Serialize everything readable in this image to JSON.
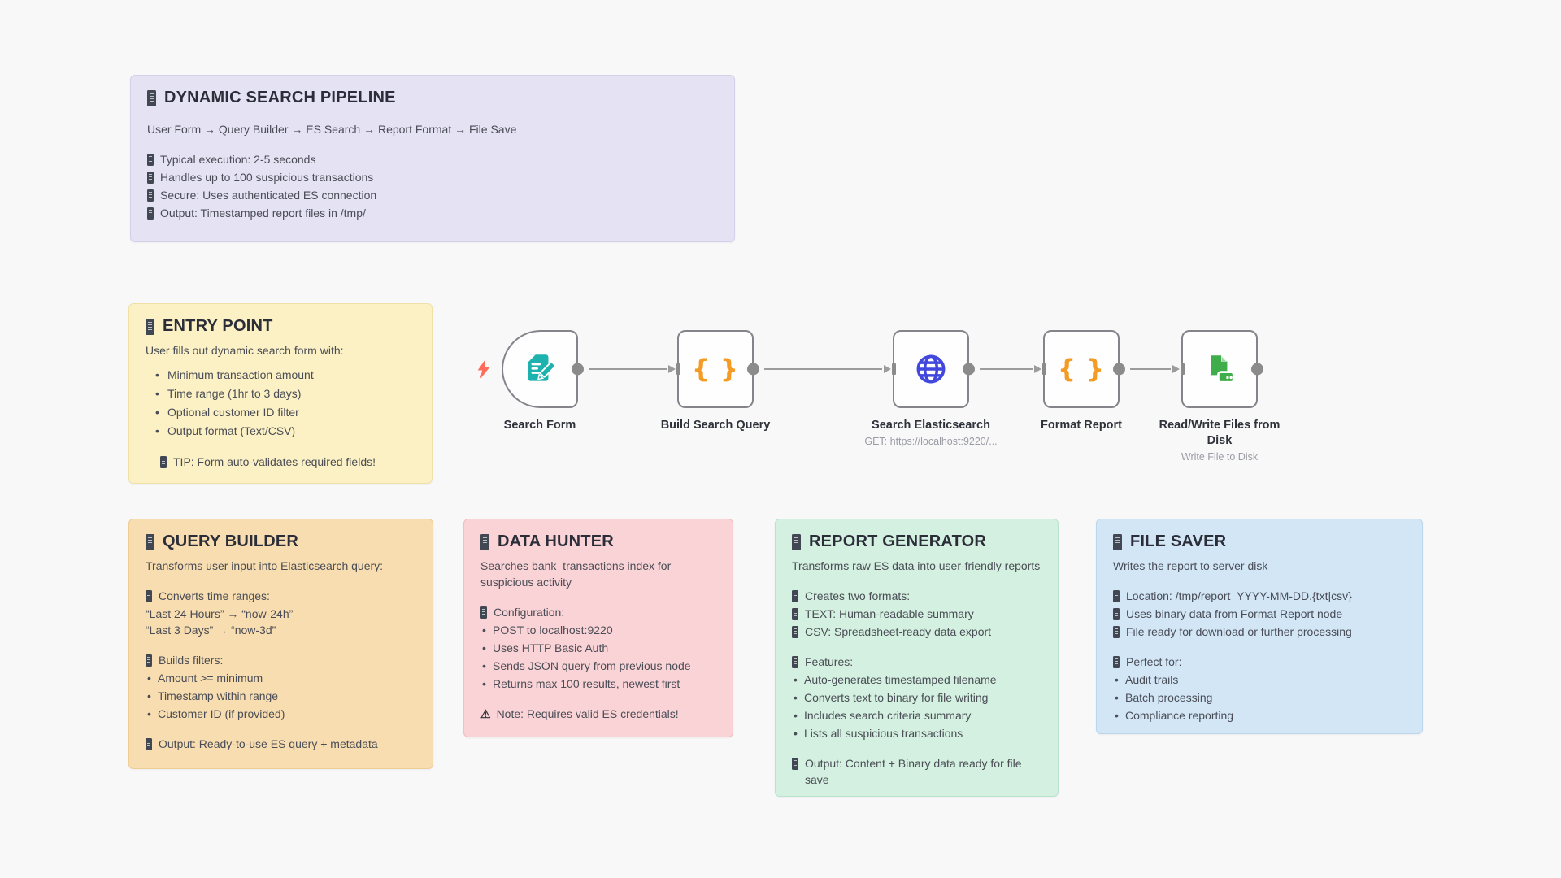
{
  "notes": {
    "pipeline": {
      "title": "DYNAMIC SEARCH PIPELINE",
      "flow": "User Form → Query Builder → ES Search → Report Format → File Save",
      "items": [
        "Typical execution: 2-5 seconds",
        "Handles up to 100 suspicious transactions",
        "Secure: Uses authenticated ES connection",
        "Output: Timestamped report files in /tmp/"
      ]
    },
    "entry": {
      "title": "ENTRY POINT",
      "intro": "User fills out dynamic search form with:",
      "bullets": [
        "Minimum transaction amount",
        "Time range (1hr to 3 days)",
        "Optional customer ID filter",
        "Output format (Text/CSV)"
      ],
      "tip": "TIP: Form auto-validates required fields!"
    },
    "query": {
      "title": "QUERY BUILDER",
      "intro": "Transforms user input into Elasticsearch query:",
      "time_head": "Converts time ranges:",
      "time_lines": [
        "“Last 24 Hours” → “now-24h”",
        "“Last 3 Days” → “now-3d”"
      ],
      "filters_head": "Builds filters:",
      "filter_bullets": [
        "Amount >= minimum",
        "Timestamp within range",
        "Customer ID (if provided)"
      ],
      "outro": "Output: Ready-to-use ES query + metadata"
    },
    "hunter": {
      "title": "DATA HUNTER",
      "intro": "Searches bank_transactions index for suspicious activity",
      "config_head": "Configuration:",
      "config_bullets": [
        "POST to localhost:9220",
        "Uses HTTP Basic Auth",
        "Sends JSON query from previous node",
        "Returns max 100 results, newest first"
      ],
      "warning": "Note: Requires valid ES credentials!"
    },
    "report": {
      "title": "REPORT GENERATOR",
      "intro": "Transforms raw ES data into user-friendly reports",
      "formats_head": "Creates two formats:",
      "format_lines": [
        "TEXT: Human-readable summary",
        "CSV: Spreadsheet-ready data export"
      ],
      "features_head": "Features:",
      "features": [
        "Auto-generates timestamped filename",
        "Converts text to binary for file writing",
        "Includes search criteria summary",
        "Lists all suspicious transactions"
      ],
      "outro": "Output: Content + Binary data ready for file save"
    },
    "saver": {
      "title": "FILE SAVER",
      "intro": "Writes the report to server disk",
      "facts": [
        "Location: /tmp/report_YYYY-MM-DD.{txt|csv}",
        "Uses binary data from Format Report node",
        "File ready for download or further processing"
      ],
      "perfect_head": "Perfect for:",
      "perfect_bullets": [
        "Audit trails",
        "Batch processing",
        "Compliance reporting"
      ]
    }
  },
  "nodes": [
    {
      "label": "Search Form",
      "subtitle": ""
    },
    {
      "label": "Build Search Query",
      "subtitle": ""
    },
    {
      "label": "Search Elasticsearch",
      "subtitle": "GET: https://localhost:9220/..."
    },
    {
      "label": "Format Report",
      "subtitle": ""
    },
    {
      "label": "Read/Write Files from Disk",
      "subtitle": "Write File to Disk"
    }
  ],
  "icons": {
    "braces": "{ }",
    "warning": "⚠"
  },
  "colors": {
    "canvas_bg": "#f8f8f9",
    "note_purple": "#e5e2f4",
    "note_yellow": "#fcf1c4",
    "note_orange": "#f8ddb0",
    "note_pink": "#fad3d6",
    "note_green": "#d4f0e0",
    "note_blue": "#d2e6f6",
    "form_teal": "#1db2ae",
    "code_orange": "#f49b26",
    "globe_blue": "#4247de",
    "file_green": "#3fae4a",
    "trigger_bolt": "#ff6d5a",
    "connector_gray": "#9c9c9c"
  }
}
